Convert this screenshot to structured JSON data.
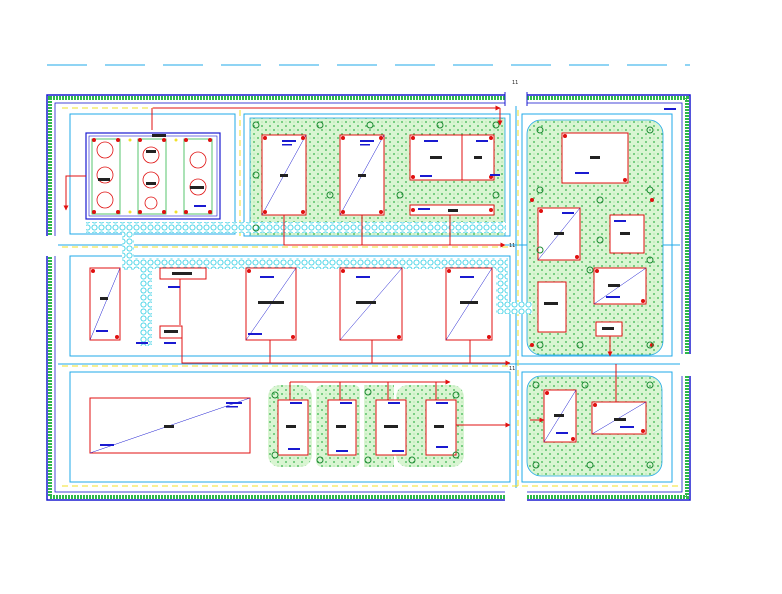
{
  "colors": {
    "background": "#ffffff",
    "boundary_wall": "#1a1ad0",
    "green_belt": "#2db84a",
    "green_fill": "#d9f5d2",
    "road_line": "#1fa8e8",
    "center_line": "#f1e12a",
    "building_outline": "#e01010",
    "flow_arrow": "#e01010",
    "pipe_corridor": "#3fd2e6",
    "tree_marker": "#1e8a33",
    "node_marker": "#e01010"
  },
  "labels": {
    "dim_top_gate": "11",
    "dim_right_mid": "11",
    "dim_right_low": "11"
  },
  "symbols": {
    "arrow": "flow-arrow",
    "tree": "tree-marker",
    "node": "node-marker"
  }
}
